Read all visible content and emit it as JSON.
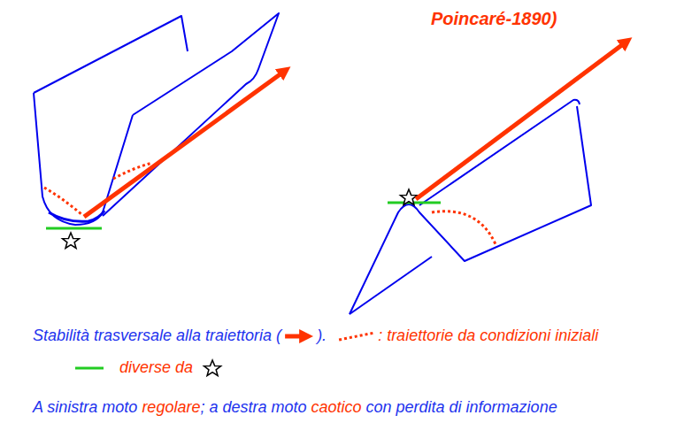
{
  "diagram": {
    "title": "Poincaré-1890)",
    "labels": [
      "Stabilità trasversale alla traiettoria (",
      ").",
      ": traiettorie da condizioni iniziali",
      "diverse da",
      "A sinistra moto",
      "regolare",
      "; a destra moto",
      "caotico",
      "con perdita di informazione"
    ]
  }
}
